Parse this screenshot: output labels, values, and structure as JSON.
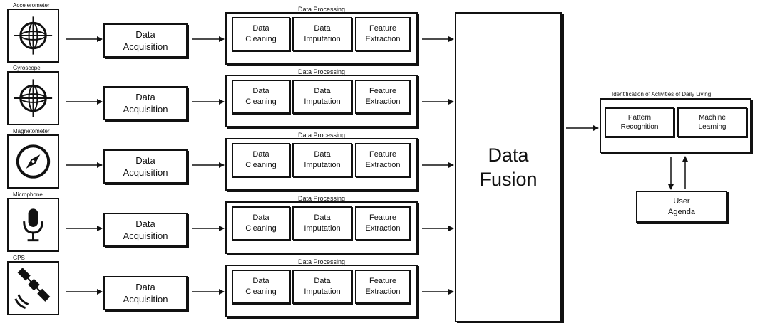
{
  "sensors": [
    {
      "label": "Accelerometer",
      "icon": "crosshair-target-icon"
    },
    {
      "label": "Gyroscope",
      "icon": "crosshair-target-icon"
    },
    {
      "label": "Magnetometer",
      "icon": "compass-icon"
    },
    {
      "label": "Microphone",
      "icon": "microphone-icon"
    },
    {
      "label": "GPS",
      "icon": "satellite-icon"
    }
  ],
  "acquisition_label": "Data\nAcquisition",
  "processing": {
    "title": "Data Processing",
    "steps": [
      "Data\nCleaning",
      "Data\nImputation",
      "Feature\nExtraction"
    ]
  },
  "fusion_label": "Data\nFusion",
  "identification": {
    "title": "Identification of Activities of Daily Living",
    "items": [
      "Pattern\nRecognition",
      "Machine\nLearning"
    ]
  },
  "agenda_label": "User\nAgenda"
}
